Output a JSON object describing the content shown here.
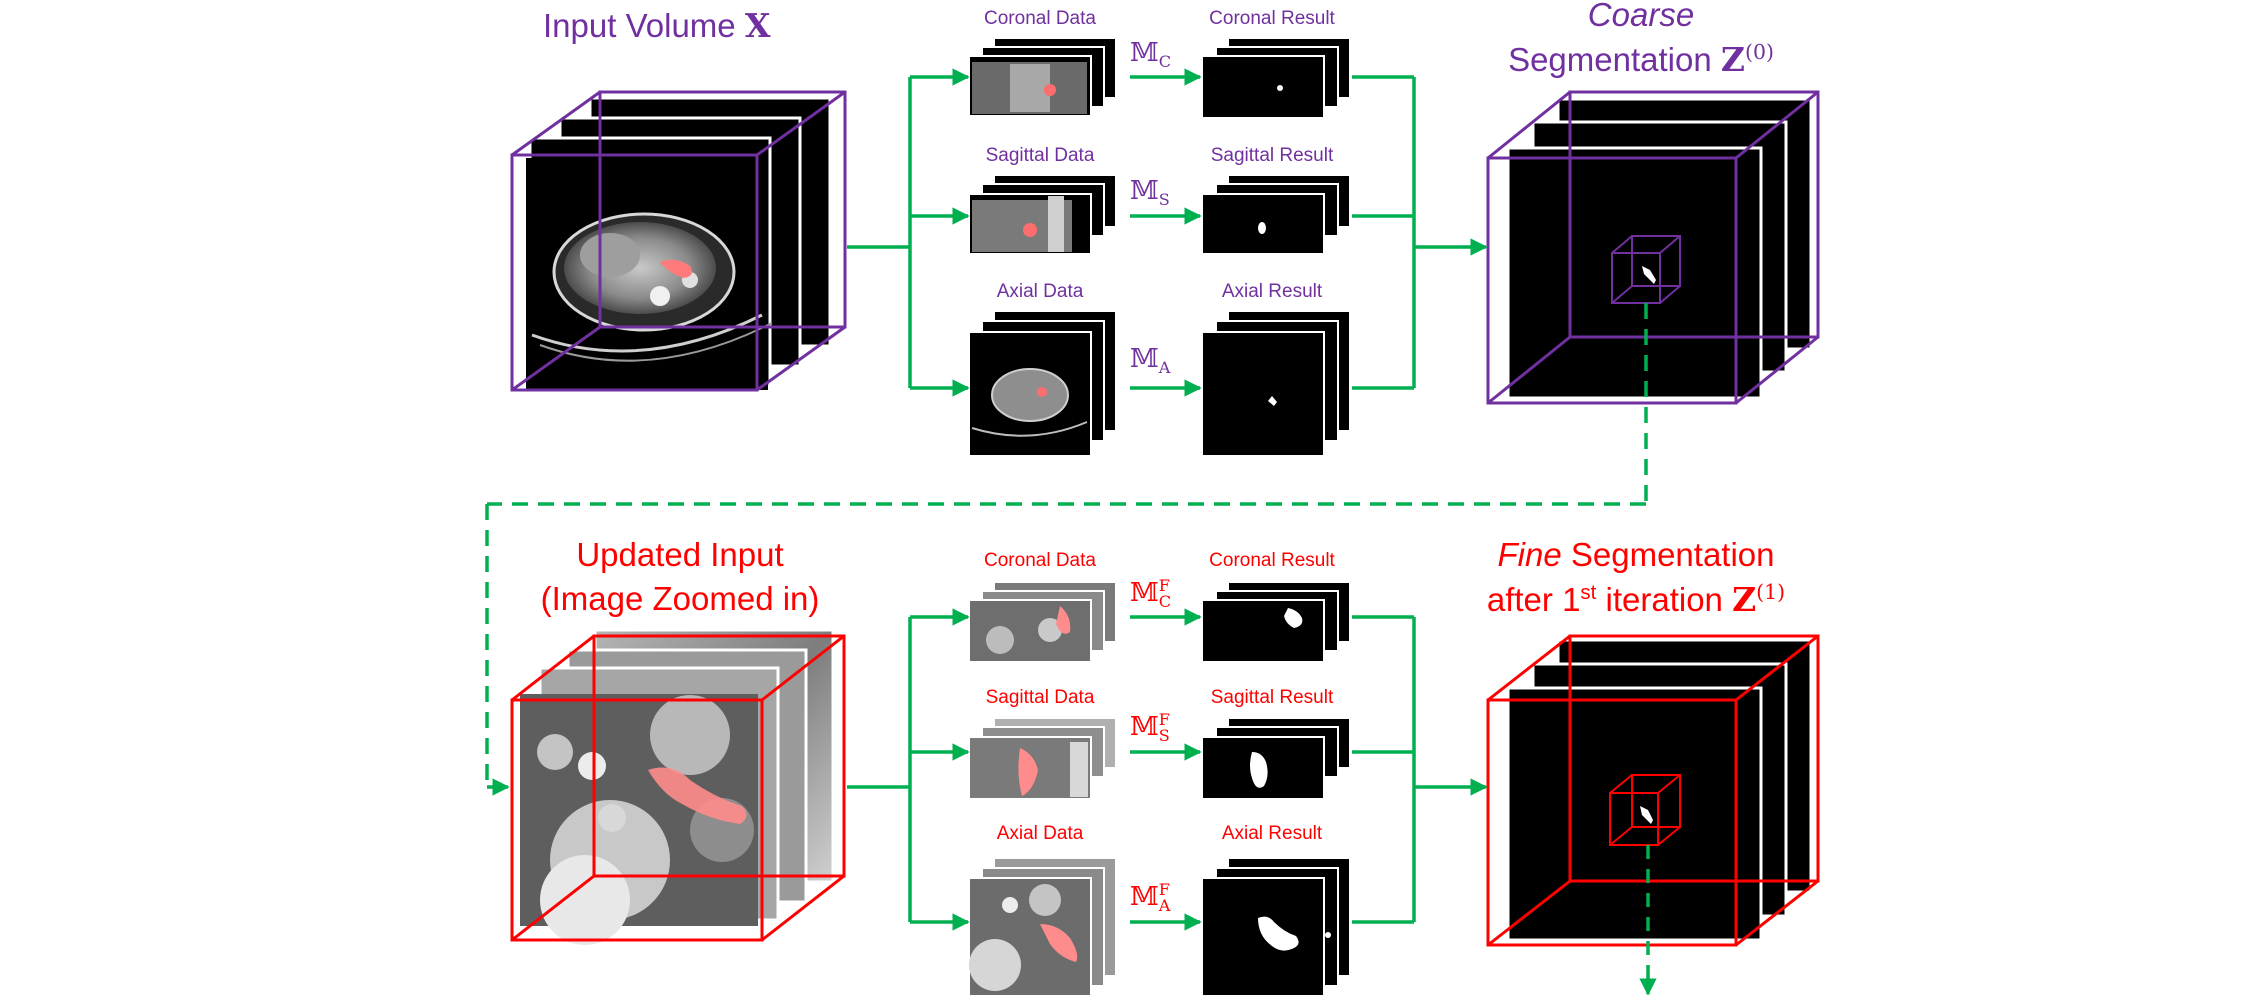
{
  "colors": {
    "purple": "#7030A0",
    "red": "#FF0000",
    "green": "#00B050",
    "mask_pink": "#FF6E6E"
  },
  "coarse_stage": {
    "input_title": "Input Volume",
    "input_symbol": "X",
    "views": [
      {
        "data_label": "Coronal Data",
        "model_letter": "𝕄",
        "model_sub": "C",
        "result_label": "Coronal Result"
      },
      {
        "data_label": "Sagittal Data",
        "model_letter": "𝕄",
        "model_sub": "S",
        "result_label": "Sagittal Result"
      },
      {
        "data_label": "Axial Data",
        "model_letter": "𝕄",
        "model_sub": "A",
        "result_label": "Axial Result"
      }
    ],
    "output_title_italic": "Coarse",
    "output_title_rest": "Segmentation",
    "output_symbol": "Z",
    "output_sup": "(0)"
  },
  "fine_stage": {
    "input_title_line1": "Updated Input",
    "input_title_line2": "(Image Zoomed in)",
    "views": [
      {
        "data_label": "Coronal Data",
        "model_letter": "𝕄",
        "model_sup": "F",
        "model_sub": "C",
        "result_label": "Coronal Result"
      },
      {
        "data_label": "Sagittal Data",
        "model_letter": "𝕄",
        "model_sup": "F",
        "model_sub": "S",
        "result_label": "Sagittal Result"
      },
      {
        "data_label": "Axial Data",
        "model_letter": "𝕄",
        "model_sup": "F",
        "model_sub": "A",
        "result_label": "Axial Result"
      }
    ],
    "output_title_italic": "Fine",
    "output_title_rest": "Segmentation",
    "output_line2_a": "after 1",
    "output_line2_sup": "st",
    "output_line2_b": "iteration",
    "output_symbol": "Z",
    "output_sup": "(1)"
  }
}
